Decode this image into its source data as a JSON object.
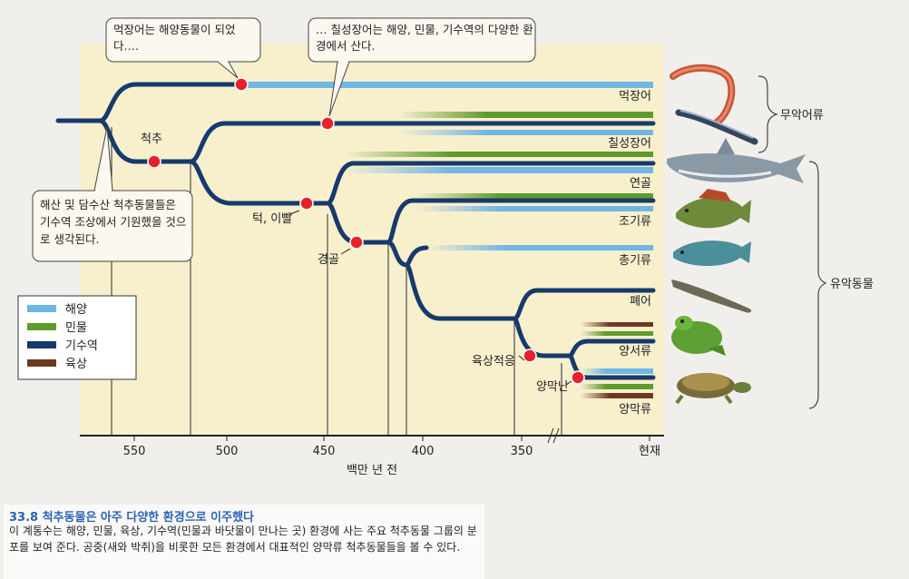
{
  "callouts": {
    "hagfish_note": "먹장어는 해양동물이 되었다.…",
    "lamprey_note": "… 칠성장어는 해양, 민물, 기수역의 다양한 환경에서 산다.",
    "origin_note": "해산 및 담수산 척추동물들은 기수역 조상에서 기원했을 것으로 생각된다."
  },
  "node_labels": {
    "vertebrae": "척추",
    "jaws": "턱, 이빨",
    "bone": "경골",
    "land": "육상적응",
    "amnion": "양막난"
  },
  "taxa": [
    "먹장어",
    "칠성장어",
    "연골",
    "조기류",
    "총기류",
    "폐어",
    "양서류",
    "양막류"
  ],
  "brackets": {
    "jawless": "무악어류",
    "jawed": "유악동물"
  },
  "legend": [
    {
      "label": "해양",
      "color": "#6fb6e4"
    },
    {
      "label": "민물",
      "color": "#5e9a2c"
    },
    {
      "label": "기수역",
      "color": "#163a6b"
    },
    {
      "label": "육상",
      "color": "#6b3a1e"
    }
  ],
  "axis": {
    "ticks": [
      "550",
      "500",
      "450",
      "400",
      "350",
      "현재"
    ],
    "label": "백만 년 전"
  },
  "animal_icons": [
    "hagfish-icon",
    "lamprey-icon",
    "shark-icon",
    "perch-icon",
    "coelacanth-icon",
    "lungfish-icon",
    "frog-icon",
    "turtle-icon"
  ],
  "colors": {
    "marine": "#6fb6e4",
    "freshwater": "#5e9a2c",
    "brackish": "#163a6b",
    "terrestrial": "#6b3a1e",
    "event_dot": "#e8202a",
    "panel": "#f8efcd",
    "caption_title": "#2a64b4"
  },
  "caption": {
    "title": "33.8  척추동물은 아주 다양한 환경으로 이주했다",
    "body": "이 계통수는 해양, 민물, 육상, 기수역(민물과 바닷물이 만나는 곳) 환경에 사는 주요 척추동물 그룹의 분포를 보여 준다. 공중(새와 박쥐)을 비롯한 모든 환경에서 대표적인 양막류 척추동물들을 볼 수 있다."
  }
}
